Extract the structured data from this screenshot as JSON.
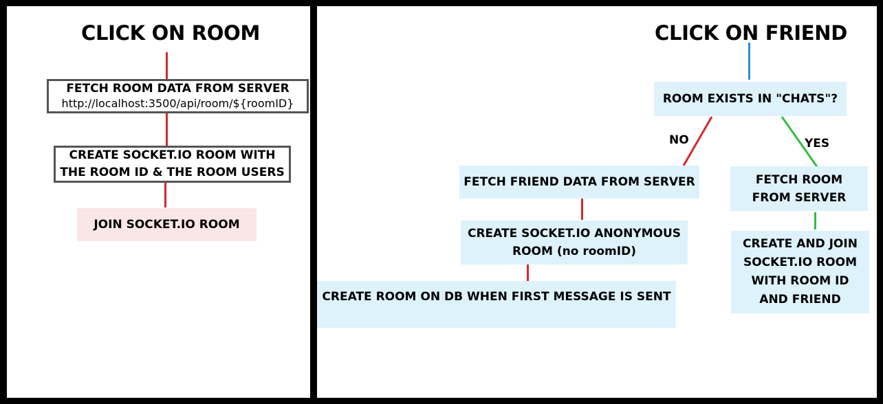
{
  "left": {
    "title": "CLICK ON ROOM",
    "fetch_room_title": "FETCH ROOM DATA FROM SERVER",
    "fetch_room_url": "http://localhost:3500/api/room/${roomID}",
    "create_room_line1": "CREATE SOCKET.IO ROOM WITH",
    "create_room_line2": "THE ROOM ID & THE ROOM USERS",
    "join_room": "JOIN SOCKET.IO ROOM"
  },
  "right": {
    "title": "CLICK ON FRIEND",
    "decision": "ROOM EXISTS IN \"CHATS\"?",
    "no_label": "NO",
    "yes_label": "YES",
    "fetch_friend": "FETCH FRIEND DATA FROM SERVER",
    "create_anon_line1": "CREATE SOCKET.IO ANONYMOUS",
    "create_anon_line2": "ROOM (no roomID)",
    "create_db": "CREATE ROOM ON DB WHEN FIRST MESSAGE IS SENT",
    "fetch_room_line1": "FETCH ROOM",
    "fetch_room_line2": "FROM SERVER",
    "create_join_line1": "CREATE AND JOIN",
    "create_join_line2": "SOCKET.IO ROOM",
    "create_join_line3": "WITH ROOM ID",
    "create_join_line4": "AND FRIEND"
  },
  "colors": {
    "red_connector": "#d9262e",
    "blue_connector": "#2b8fd6",
    "green_connector": "#2fbf3f",
    "blue_box": "#ddf2fb",
    "pink_box": "#fae6e6"
  }
}
